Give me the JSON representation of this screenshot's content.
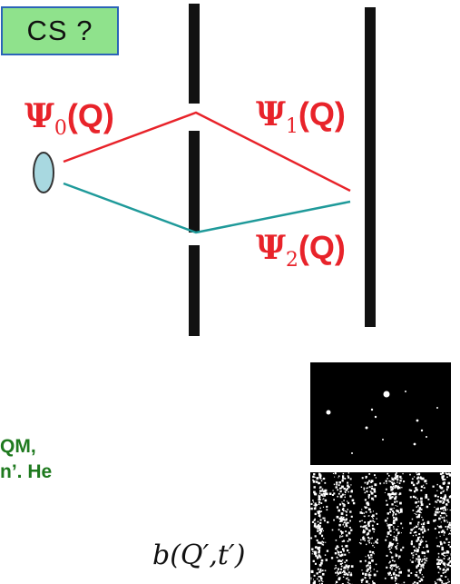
{
  "badge": {
    "label": "CS ?"
  },
  "labels": {
    "psi0": {
      "symbol": "Ψ",
      "sub": "0",
      "arg": "(Q)"
    },
    "psi1": {
      "symbol": "Ψ",
      "sub": "1",
      "arg": "(Q)"
    },
    "psi2": {
      "symbol": "Ψ",
      "sub": "2",
      "arg": "(Q)"
    }
  },
  "partial_text": {
    "line1": "QM,",
    "line2": "n’. He"
  },
  "partial_formula": "b(Q′,t′)",
  "colors": {
    "upper_path": "#e8232a",
    "lower_path": "#1f9a9a",
    "source_fill": "#a8d8e0",
    "walls": "#111111"
  }
}
